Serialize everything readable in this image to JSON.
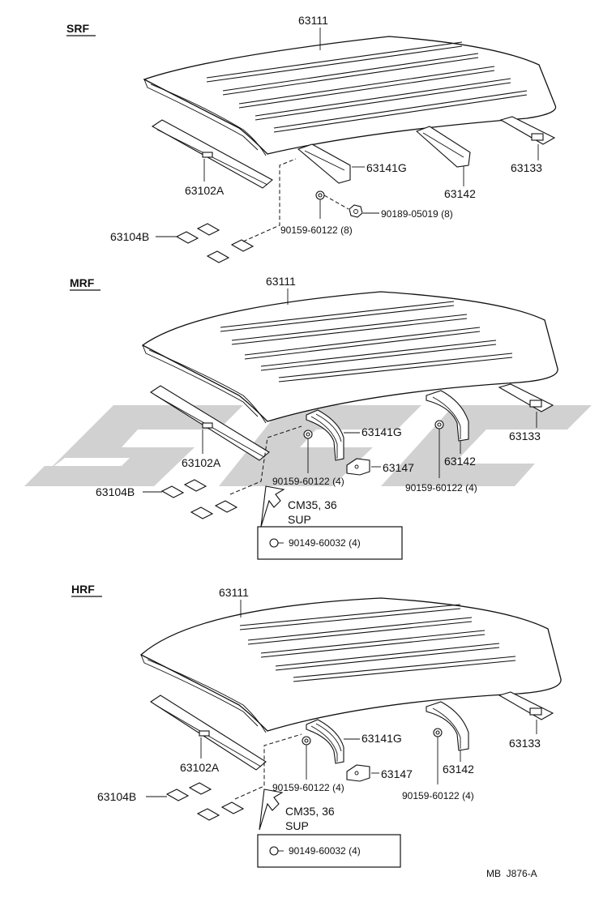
{
  "sections": [
    {
      "id": "srf",
      "title": "SRF",
      "parts": {
        "roof": "63111",
        "front_rail": "63102A",
        "spacer": "63104B",
        "bow_front": "63141G",
        "bow_rear": "63142",
        "rear_rail": "63133",
        "screw": "90159-60122 (8)",
        "nut": "90189-05019 (8)"
      }
    },
    {
      "id": "mrf",
      "title": "MRF",
      "parts": {
        "roof": "63111",
        "front_rail": "63102A",
        "spacer": "63104B",
        "bow_front": "63141G",
        "bracket": "63147",
        "bow_rear": "63142",
        "rear_rail": "63133",
        "screw_front": "90159-60122 (4)",
        "screw_rear": "90159-60122 (4)",
        "model_note_1": "CM35, 36",
        "model_note_2": "SUP",
        "box_part": "90149-60032 (4)"
      }
    },
    {
      "id": "hrf",
      "title": "HRF",
      "parts": {
        "roof": "63111",
        "front_rail": "63102A",
        "spacer": "63104B",
        "bow_front": "63141G",
        "bracket": "63147",
        "bow_rear": "63142",
        "rear_rail": "63133",
        "screw_front": "90159-60122 (4)",
        "screw_rear": "90159-60122 (4)",
        "model_note_1": "CM35, 36",
        "model_note_2": "SUP",
        "box_part": "90149-60032 (4)"
      }
    }
  ],
  "footer_code": "MB  J876-A",
  "colors": {
    "line": "#111111",
    "watermark": "#c9c9c9",
    "background": "#ffffff"
  }
}
